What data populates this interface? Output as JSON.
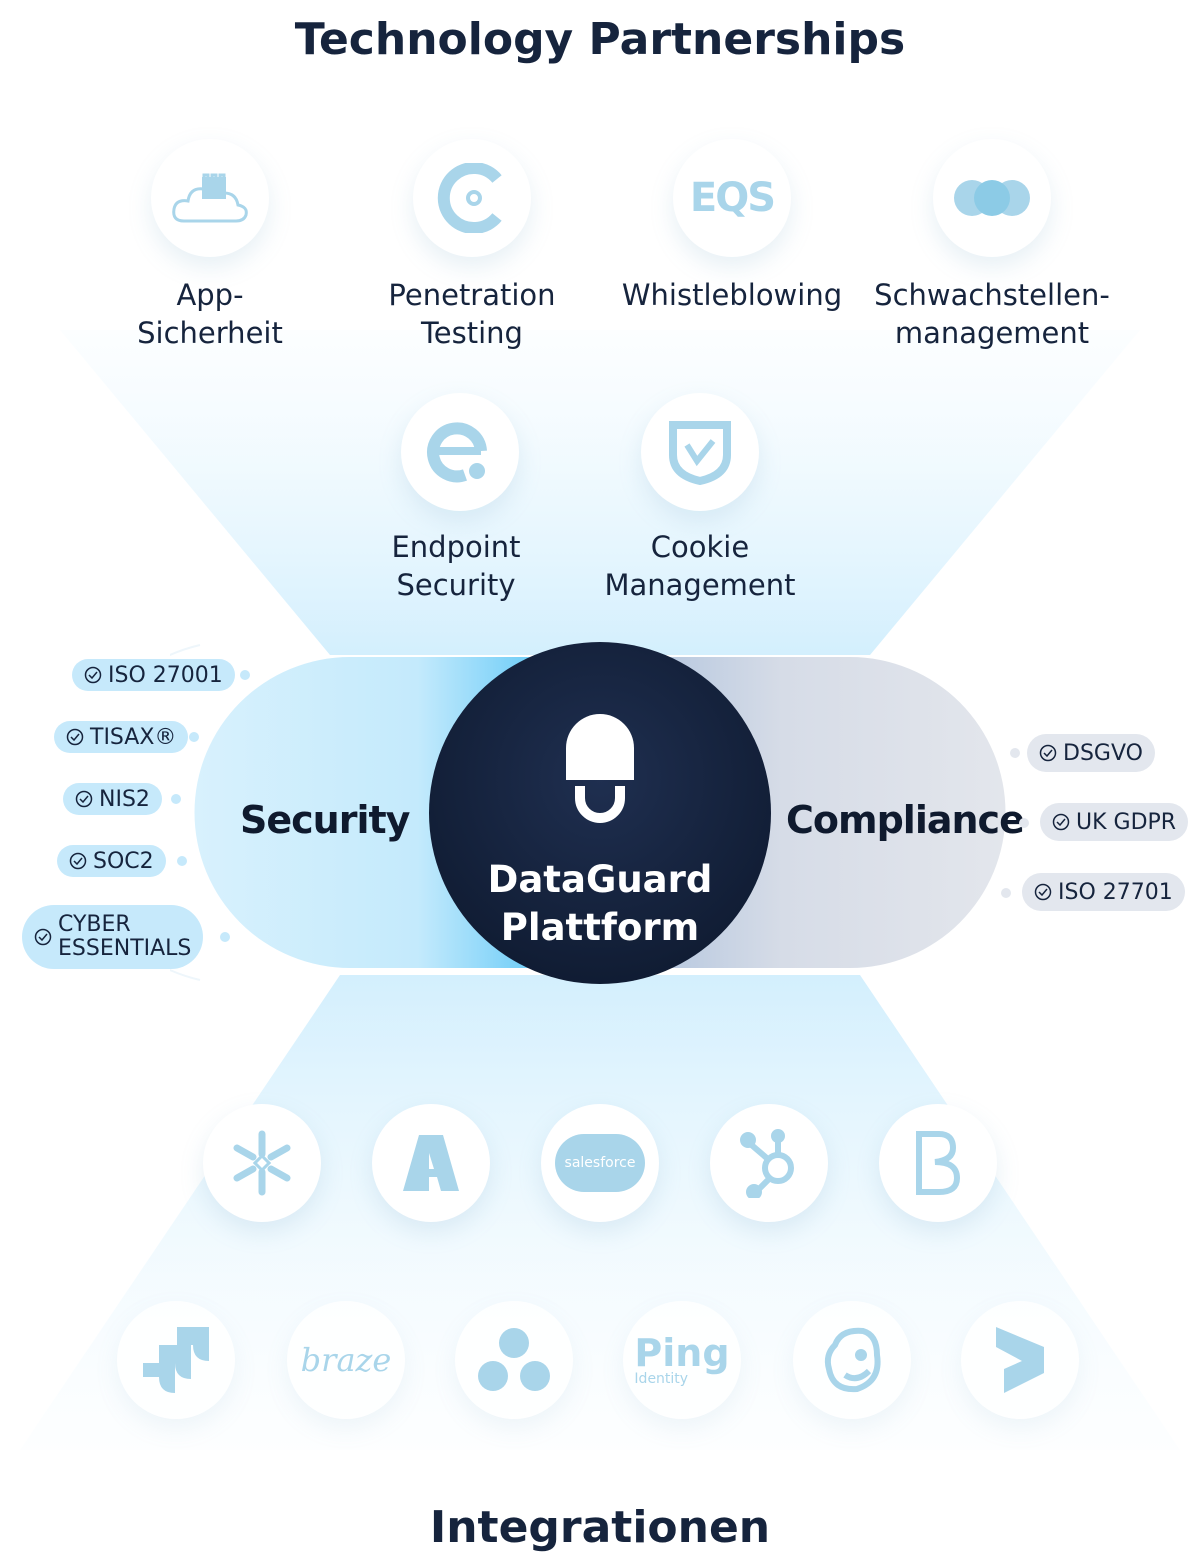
{
  "header": {
    "title": "Technology Partnerships"
  },
  "partners": [
    {
      "icon": "cloud-castle-icon",
      "label_lines": [
        "App-",
        "Sicherheit"
      ]
    },
    {
      "icon": "target-c-icon",
      "label_lines": [
        "Penetration",
        "Testing"
      ]
    },
    {
      "icon": "eqs-logo-icon",
      "logo_text": "EQS",
      "label_lines": [
        "Whistleblowing",
        ""
      ]
    },
    {
      "icon": "eye-logo-icon",
      "label_lines": [
        "Schwachstellen-",
        "management"
      ]
    },
    {
      "icon": "e-logo-icon",
      "label_lines": [
        "Endpoint",
        "Security"
      ]
    },
    {
      "icon": "shield-check-icon",
      "label_lines": [
        "Cookie",
        "Management"
      ]
    }
  ],
  "platform": {
    "line1": "DataGuard",
    "line2": "Plattform",
    "left": "Security",
    "right": "Compliance"
  },
  "security_badges": [
    "ISO 27001",
    "TISAX®",
    "NIS2",
    "SOC2",
    [
      "CYBER",
      "ESSENTIALS"
    ]
  ],
  "compliance_badges": [
    "DSGVO",
    "UK GDPR",
    "ISO 27701"
  ],
  "integrations": {
    "row1": [
      "snowflake-icon",
      "a-logo-icon",
      "salesforce-icon",
      "hubspot-icon",
      "b-logo-icon"
    ],
    "row2": [
      "jira-icon",
      "braze-icon",
      "asana-icon",
      "ping-identity-icon",
      "mailchimp-icon",
      "dynamics-icon"
    ],
    "logo_texts": {
      "salesforce": "salesforce",
      "braze": "braze",
      "ping": "Ping",
      "ping_sub": "Identity"
    }
  },
  "footer": {
    "title": "Integrationen"
  },
  "colors": {
    "navy": "#16243d",
    "security_blue": "#4cc3f7",
    "badge_blue": "#c6e9fb",
    "badge_gray": "#e3e7ee",
    "icon": "#a9d5ea"
  }
}
